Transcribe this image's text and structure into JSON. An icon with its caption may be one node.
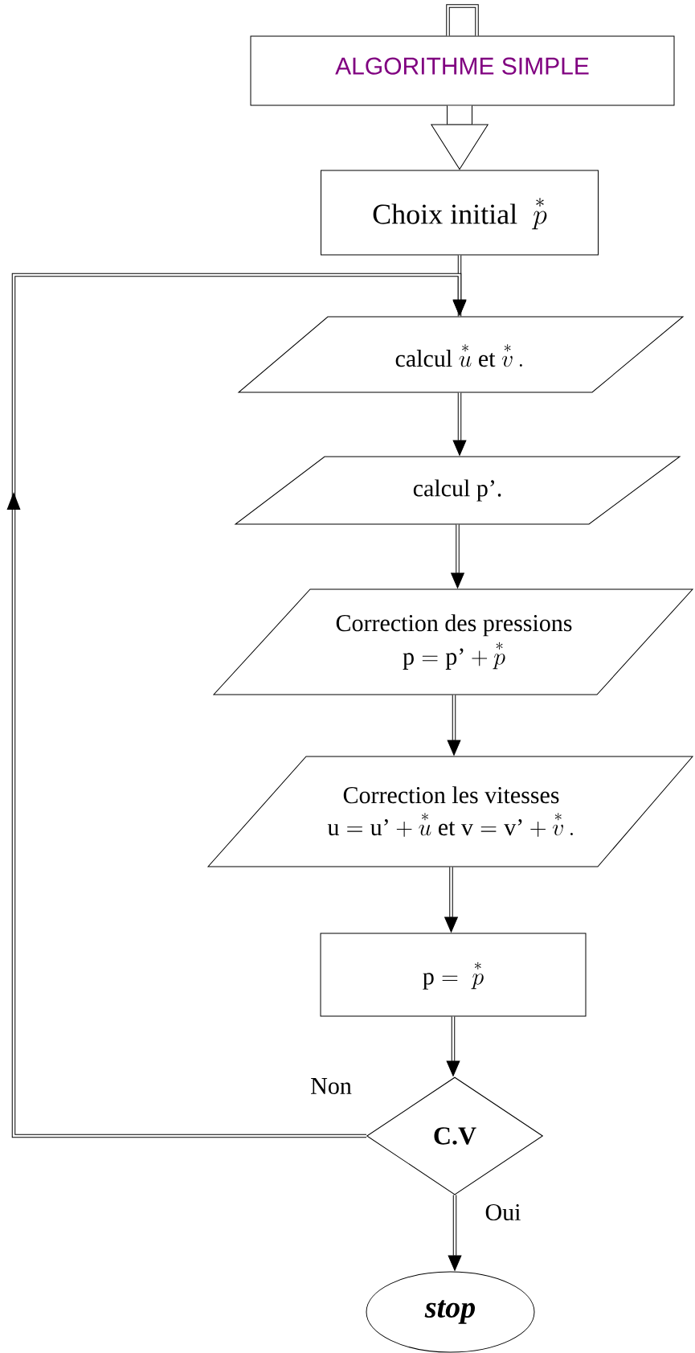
{
  "diagram": {
    "nodes": [
      {
        "text": [
          "ALGORITHME SIMPLE"
        ]
      },
      {
        "text": [
          "\\text{Choix initial }\\;\\overset{*}{p}"
        ]
      },
      {
        "text": [
          "\\text{calcul }\\overset{*}{u}\\text{ et }\\overset{*}{v}\\,."
        ]
      },
      {
        "text": [
          "calcul p’."
        ]
      },
      {
        "text": [
          "Correction des pressions",
          "\\mathrm{p}=\\mathrm{p}’+\\overset{*}{p}"
        ]
      },
      {
        "text": [
          "Correction les vitesses",
          "\\mathrm{u}=\\mathrm{u}’+\\overset{*}{u}\\text{ et }\\mathrm{v}=\\mathrm{v}’+\\overset{*}{v}\\,."
        ]
      },
      {
        "text": [
          "\\mathrm{p}=\\;\\overset{*}{p}"
        ]
      },
      {
        "text": [
          "C.V"
        ]
      },
      {
        "text": [
          "stop"
        ]
      }
    ],
    "edges": [
      {
        "from": null,
        "to": 0,
        "arrow": "none"
      },
      {
        "from": 0,
        "to": 1,
        "arrow": "to",
        "style": "thick"
      },
      {
        "from": 1,
        "to": 2,
        "arrow": "to"
      },
      {
        "from": 2,
        "to": 3,
        "arrow": "to"
      },
      {
        "from": 3,
        "to": 4,
        "arrow": "to"
      },
      {
        "from": 4,
        "to": 5,
        "arrow": "to"
      },
      {
        "from": 5,
        "to": 6,
        "arrow": "to"
      },
      {
        "from": 6,
        "to": 7,
        "arrow": "to"
      },
      {
        "from": 7,
        "to": 8,
        "arrow": "to",
        "label": "Oui"
      },
      {
        "from": 7,
        "to": 2,
        "arrow": "to",
        "label": "Non"
      }
    ]
  }
}
